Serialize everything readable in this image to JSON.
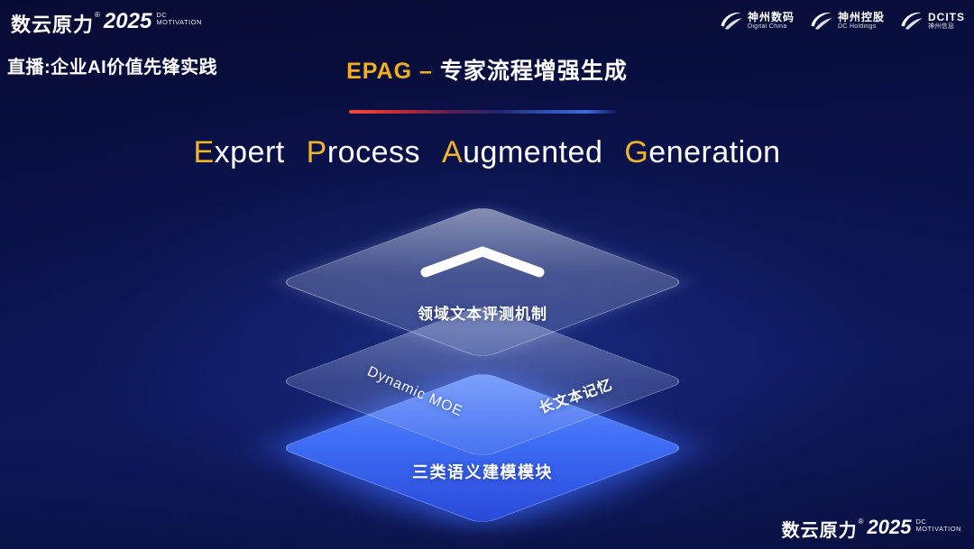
{
  "brand": {
    "name": "数云原力",
    "reg": "®",
    "year": "2025",
    "tag_top": "DC",
    "tag_bottom": "MOTIVATION"
  },
  "header": {
    "live_label": "直播:企业AI价值先锋实践",
    "title_accent": "EPAG –",
    "title_text": "专家流程增强生成",
    "logos": [
      {
        "name": "神州数码",
        "sub": "Digital China"
      },
      {
        "name": "神州控股",
        "sub": "DC Holdings"
      },
      {
        "name": "DCITS",
        "sub": "神州信息"
      }
    ]
  },
  "heading": {
    "words": [
      {
        "initial": "E",
        "rest": "xpert"
      },
      {
        "initial": "P",
        "rest": "rocess"
      },
      {
        "initial": "A",
        "rest": "ugmented"
      },
      {
        "initial": "G",
        "rest": "eneration"
      }
    ]
  },
  "diagram": {
    "top_layer_label": "领域文本评测机制",
    "middle_left_label": "Dynamic  MOE",
    "middle_right_label": "长文本记忆",
    "bottom_layer_label": "三类语义建模模块"
  },
  "colors": {
    "accent_gold": "#f0b429",
    "layer_blue": "#3f6df5",
    "divider_red": "#ff4a3c",
    "divider_blue": "#3e6ae0",
    "background_navy": "#0a1148"
  }
}
